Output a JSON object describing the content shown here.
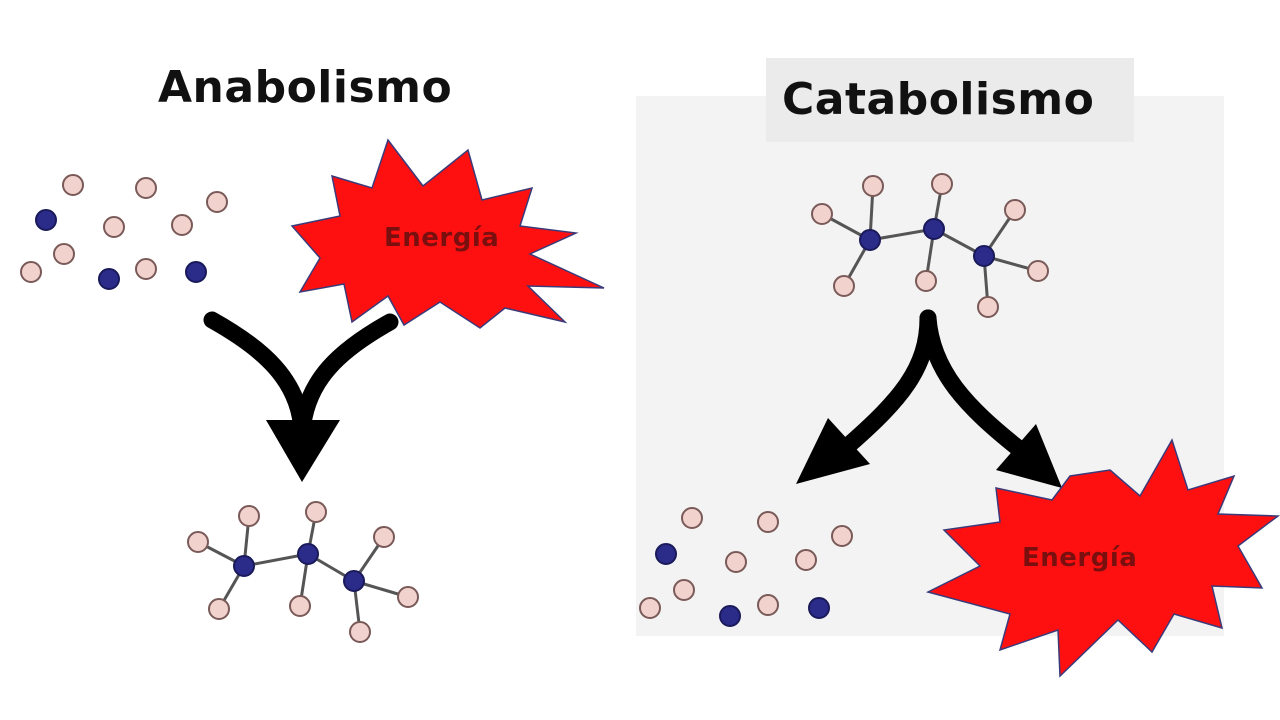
{
  "anabolism": {
    "title": "Anabolismo",
    "energy_label": "Energía"
  },
  "catabolism": {
    "title": "Catabolismo",
    "energy_label": "Energía"
  },
  "colors": {
    "energy_burst": "#ff1010",
    "energy_outline": "#3a3a7a",
    "atom_light": "#f1d2cd",
    "atom_dark": "#2b2b8a",
    "arrow": "#000000",
    "panel": "#f3f3f3"
  }
}
